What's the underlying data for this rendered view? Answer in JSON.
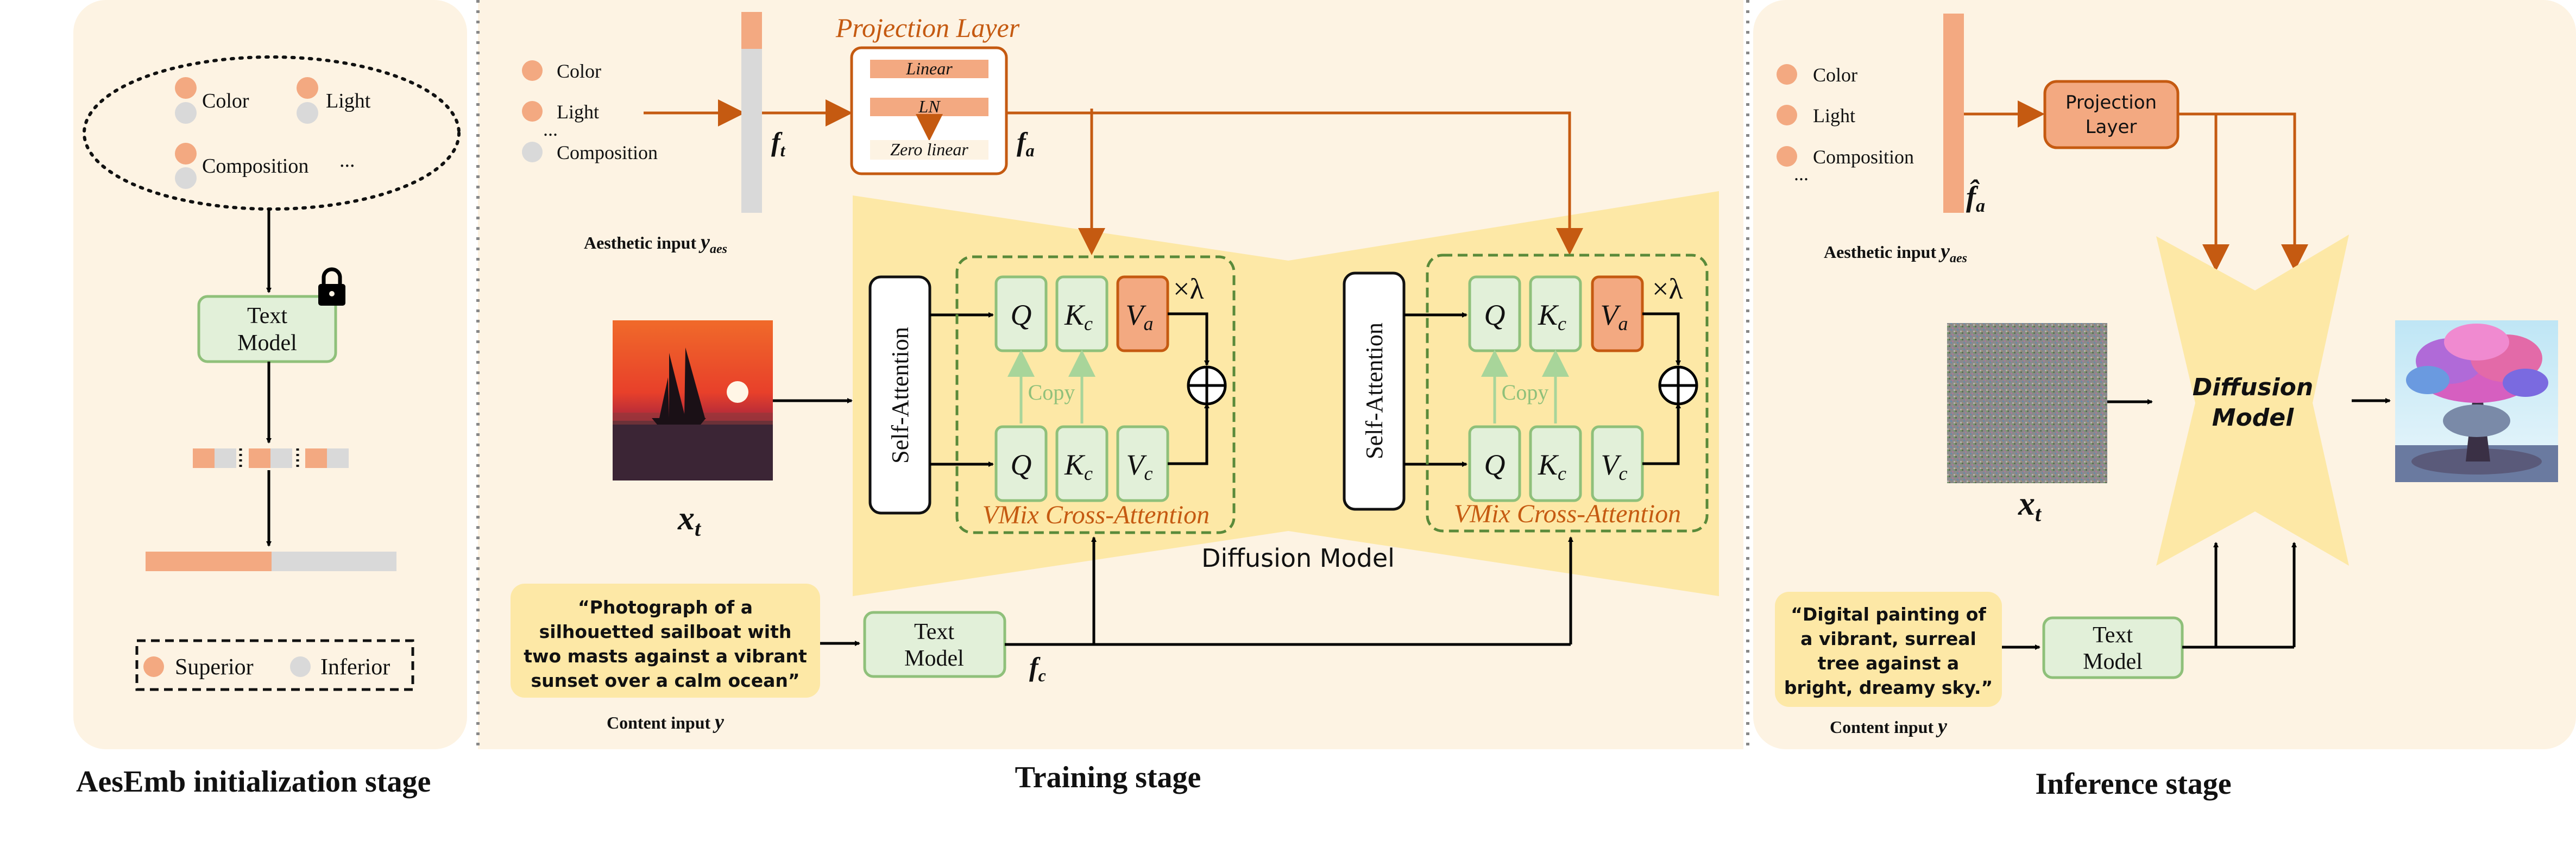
{
  "colors": {
    "panel_bg": "#fdf3e3",
    "trapezoid": "#fde8a6",
    "orange": "#f3a981",
    "orange_dark": "#c55a11",
    "gray_bar": "#d9d9d9",
    "green_fill": "#e2f0d9",
    "green_stroke": "#8fc07a",
    "arrow_orange": "#c55a11",
    "arrow_black": "#000000"
  },
  "aesemb": {
    "attr_color": "Color",
    "attr_light": "Light",
    "attr_composition": "Composition",
    "ellipsis": "...",
    "text_model_line1": "Text",
    "text_model_line2": "Model",
    "lock_icon": "lock-icon",
    "legend_superior": "Superior",
    "legend_inferior": "Inferior",
    "stage_label": "AesEmb initialization stage"
  },
  "training": {
    "attr_color": "Color",
    "attr_light": "Light",
    "attr_ellipsis": "...",
    "attr_composition": "Composition",
    "aesthetic_input": "Aesthetic input ",
    "y_aes_main": "y",
    "y_aes_sub": "aes",
    "ft_main": "f",
    "ft_sub": "t",
    "projection_title": "Projection Layer",
    "proj_linear": "Linear",
    "proj_ln": "LN",
    "proj_zero_linear": "Zero linear",
    "fa_main": "f",
    "fa_sub": "a",
    "xt_main": "x",
    "xt_sub": "t",
    "self_attention": "Self-Attention",
    "q": "Q",
    "k_main": "K",
    "k_sub": "c",
    "va_main": "V",
    "va_sub": "a",
    "vc_main": "V",
    "vc_sub": "c",
    "times_lambda": "×λ",
    "copy": "Copy",
    "vmix": "VMix Cross-Attention",
    "diffusion_model": "Diffusion Model",
    "prompt_line1": "“Photograph of a",
    "prompt_line2": "silhouetted sailboat with",
    "prompt_line3": "two masts against a vibrant",
    "prompt_line4": "sunset over a calm ocean”",
    "content_input": "Content input ",
    "y_main": "y",
    "text_model_line1": "Text",
    "text_model_line2": "Model",
    "fc_main": "f",
    "fc_sub": "c",
    "stage_label": "Training stage"
  },
  "inference": {
    "attr_color": "Color",
    "attr_light": "Light",
    "attr_composition": "Composition",
    "attr_ellipsis": "...",
    "fa_hat_main": "f̂",
    "fa_hat_sub": "a",
    "aesthetic_input": "Aesthetic input ",
    "y_aes_main": "y",
    "y_aes_sub": "aes",
    "projection_line1": "Projection",
    "projection_line2": "Layer",
    "xt_main": "x",
    "xt_sub": "t",
    "diffusion_line1": "Diffusion",
    "diffusion_line2": "Model",
    "prompt_line1": "“Digital painting of",
    "prompt_line2": "a vibrant, surreal",
    "prompt_line3": "tree against a",
    "prompt_line4": "bright, dreamy sky.”",
    "content_input": "Content input ",
    "y_main": "y",
    "text_model_line1": "Text",
    "text_model_line2": "Model",
    "stage_label": "Inference stage"
  }
}
